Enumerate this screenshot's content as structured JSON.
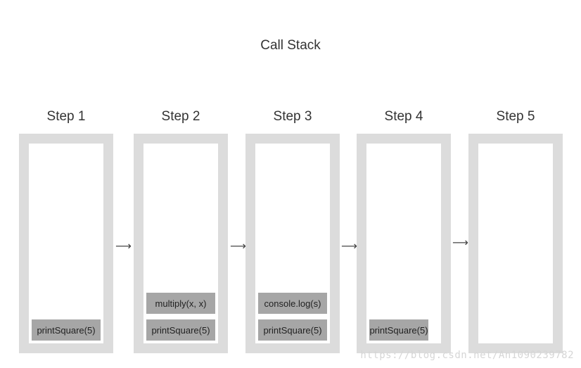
{
  "title": "Call Stack",
  "steps": [
    {
      "label": "Step 1",
      "frames": [
        "printSquare(5)"
      ]
    },
    {
      "label": "Step 2",
      "frames": [
        "multiply(x, x)",
        "printSquare(5)"
      ]
    },
    {
      "label": "Step 3",
      "frames": [
        "console.log(s)",
        "printSquare(5)"
      ]
    },
    {
      "label": "Step 4",
      "frames": [
        "printSquare(5)"
      ]
    },
    {
      "label": "Step 5",
      "frames": []
    }
  ],
  "arrow_glyph": "⟶",
  "watermark": "https://blog.csdn.net/An1090239782"
}
